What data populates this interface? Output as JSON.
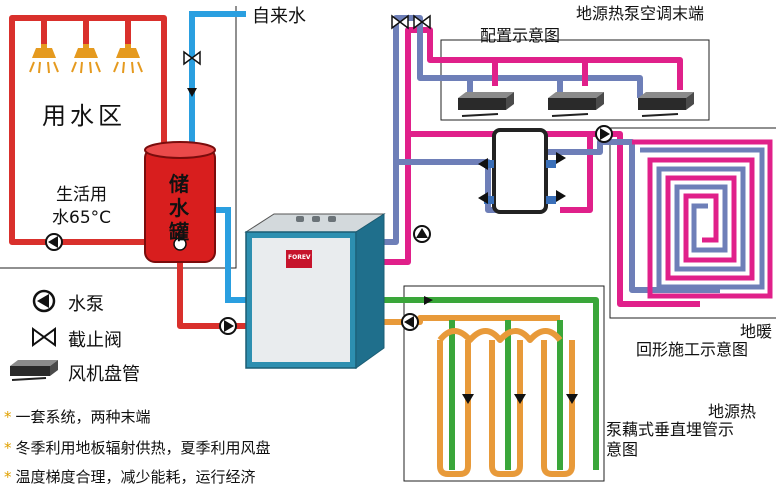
{
  "labels": {
    "tap_water": "自来水",
    "water_zone": "用水区",
    "domestic_line1": "生活用",
    "domestic_line2": "水65°C",
    "tank_char1": "储",
    "tank_char2": "水",
    "tank_char3": "罐",
    "ac_title": "地源热泵空调末端",
    "ac_subtitle": "配置示意图",
    "floor_title": "地暖",
    "floor_subtitle": "回形施工示意图",
    "ground_title": "地源热",
    "ground_line2": "泵藕式垂直埋管示",
    "ground_line3": "意图",
    "unit_brand": "FOREV"
  },
  "legend": [
    {
      "icon": "pump-symbol-icon",
      "label": "水泵"
    },
    {
      "icon": "stop-valve-symbol-icon",
      "label": "截止阀"
    },
    {
      "icon": "fan-coil-symbol-icon",
      "label": "风机盘管"
    }
  ],
  "bullets": [
    "一套系统，两种末端",
    "冬季利用地板辐射供热，夏季利用风盘",
    "温度梯度合理，减少能耗，运行经济"
  ],
  "colors": {
    "hot_red": "#d9302c",
    "tap_blue": "#2a9fe0",
    "pink": "#e0208a",
    "slate": "#6e7fb8",
    "green": "#3aa63a",
    "orange": "#e89a3a",
    "tank_red": "#d81e1e",
    "unit_teal": "#2d8fb0"
  }
}
